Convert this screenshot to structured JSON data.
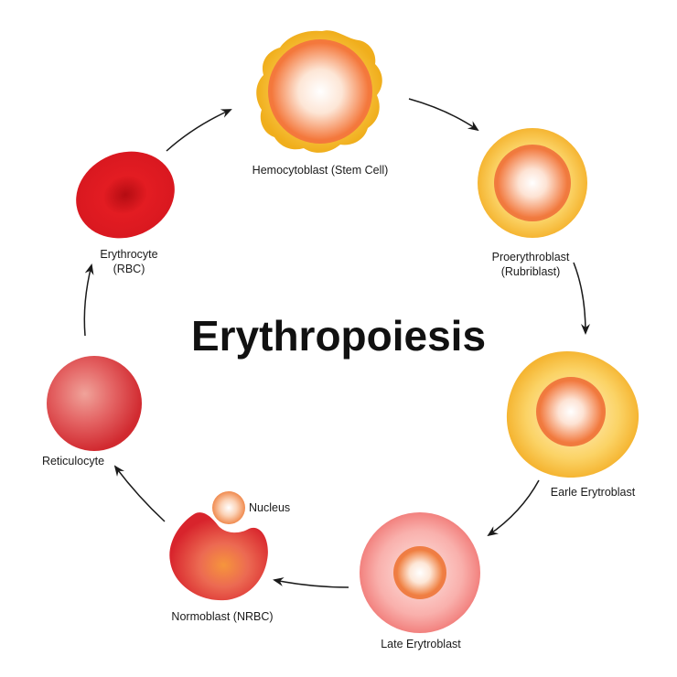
{
  "title": "Erythropoiesis",
  "stages": [
    {
      "name": "Hemocytoblast (Stem Cell)"
    },
    {
      "name": "Proerythroblast",
      "sub": "(Rubriblast)"
    },
    {
      "name": "Earle Erytroblast"
    },
    {
      "name": "Late Erytroblast"
    },
    {
      "name": "Normoblast (NRBC)"
    },
    {
      "name": "Reticulocyte"
    },
    {
      "name": "Erythrocyte",
      "sub": "(RBC)"
    }
  ],
  "nucleus_label": "Nucleus",
  "colors": {
    "stem_outer": "#f5bd2a",
    "stem_inner": "#f4783c",
    "blast_outer": "#fbcb5a",
    "blast_inner": "#f48045",
    "late_outer": "#f79896",
    "late_inner": "#f6a066",
    "normoblast": "#e2383a",
    "reticulocyte": "#e04448",
    "erythrocyte": "#d9151c",
    "arrow": "#1a1a1a"
  }
}
